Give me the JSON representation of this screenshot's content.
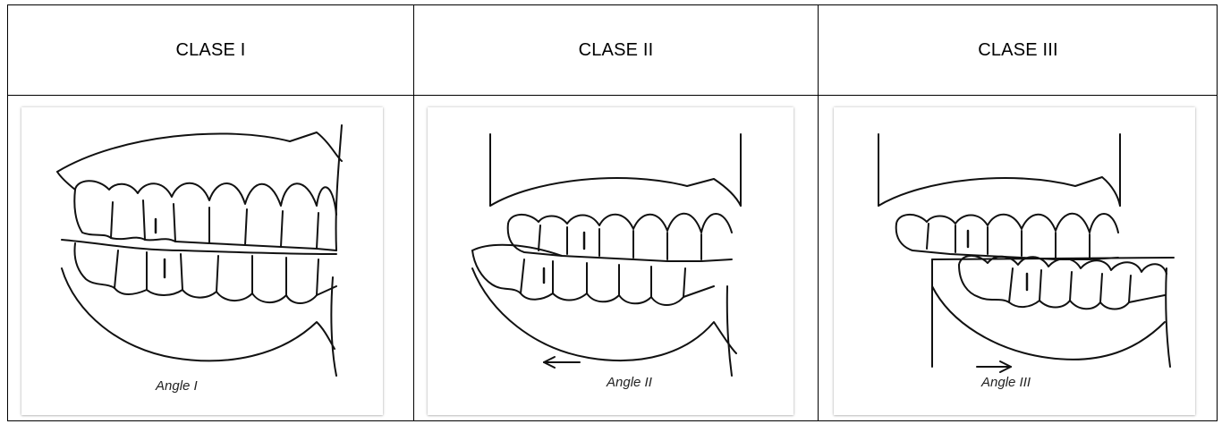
{
  "columns": [
    {
      "header": "CLASE I",
      "caption": "Angle I"
    },
    {
      "header": "CLASE II",
      "caption": "Angle II"
    },
    {
      "header": "CLASE III",
      "caption": "Angle III"
    }
  ]
}
